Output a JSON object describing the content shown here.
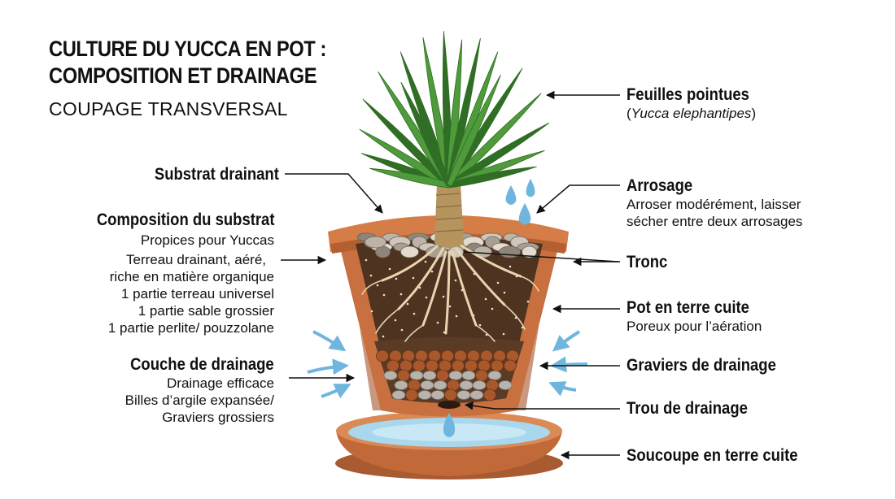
{
  "title": {
    "line1": "CULTURE DU YUCCA EN POT :",
    "line2": "COMPOSITION ET DRAINAGE"
  },
  "subtitle": "COUPAGE TRANSVERSAL",
  "labels": {
    "substrat_drainant": "Substrat drainant",
    "composition": {
      "heading": "Composition du substrat",
      "lines": [
        "Propices pour Yuccas",
        "Terreau drainant, aéré,",
        "riche en matière organique",
        "1 partie terreau universel",
        "1 partie sable grossier",
        "1 partie perlite/ pouzzolane"
      ]
    },
    "couche": {
      "heading": "Couche de drainage",
      "lines": [
        "Drainage efficace",
        "Billes d’argile expansée/",
        "Graviers grossiers"
      ]
    },
    "feuilles": {
      "heading": "Feuilles pointues",
      "paren_open": "(",
      "species": "Yucca elephantipes",
      "paren_close": ")"
    },
    "arrosage": {
      "heading": "Arrosage",
      "lines": [
        "Arroser modérément, laisser",
        "sécher entre deux arrosages"
      ]
    },
    "tronc": "Tronc",
    "pot": {
      "heading": "Pot en terre cuite",
      "line": "Poreux pour l’aération"
    },
    "graviers": "Graviers de drainage",
    "trou": "Trou de drainage",
    "soucoupe": "Soucoupe en terre cuite"
  },
  "colors": {
    "terracotta": "#c8703f",
    "terracotta_dark": "#a4532a",
    "soil": "#4e3321",
    "leaf": "#4f9a3a",
    "leaf_dark": "#2f6e24",
    "water": "#8ccbea",
    "arrow_blue": "#6fb6de",
    "root": "#e8d5b0",
    "trunk": "#b5945e"
  }
}
